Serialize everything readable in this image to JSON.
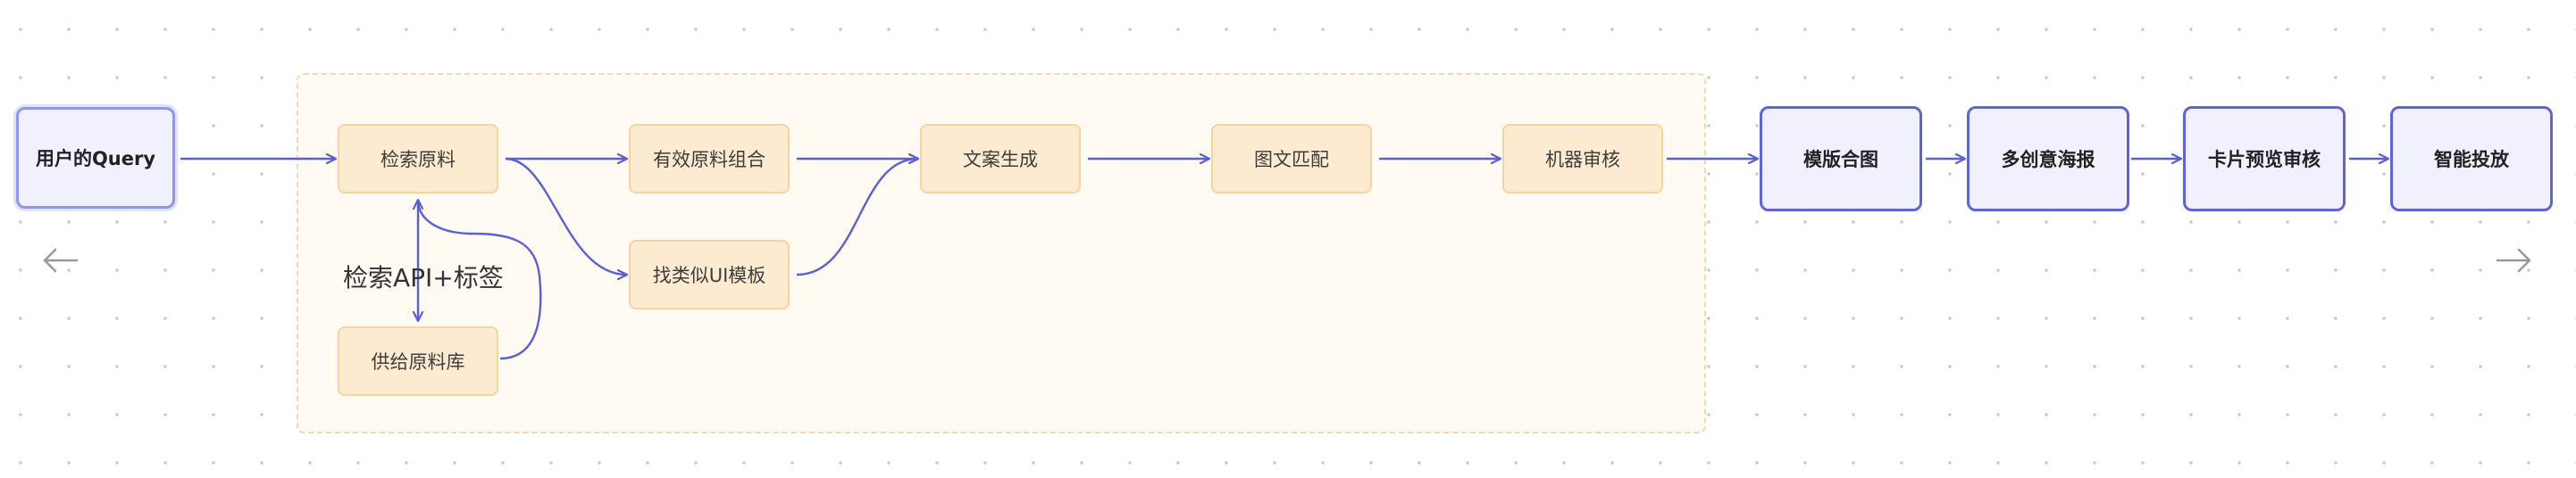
{
  "colors": {
    "flow": "#5b5fd6",
    "group_fill": "#fffaf2",
    "group_border": "#f2d9b6",
    "orange_fill": "#fdebd1",
    "orange_border": "#f6d3a3",
    "blue_fill": "#f0f1fc",
    "blue_border": "#5e63d6",
    "nav_arrow": "#9a9a9a"
  },
  "nodes": {
    "start": "用户的Query",
    "retrieve": "检索原料",
    "combine": "有效原料组合",
    "copy_gen": "文案生成",
    "match": "图文匹配",
    "review": "机器审核",
    "similar_template": "找类似UI模板",
    "supply_lib": "供给原料库",
    "template_compose": "模版合图",
    "creative_poster": "多创意海报",
    "card_review": "卡片预览审核",
    "delivery": "智能投放"
  },
  "edge_labels": {
    "retrieve_api": "检索API+标签"
  },
  "icons": {
    "prev": "arrow-left-icon",
    "next": "arrow-right-icon"
  }
}
